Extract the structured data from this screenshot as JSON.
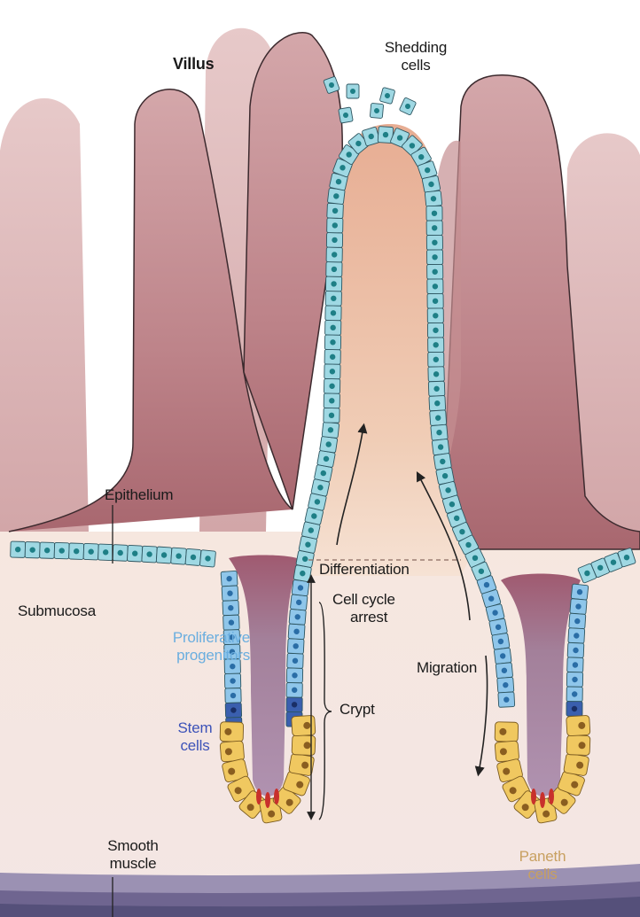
{
  "labels": {
    "villus": "Villus",
    "shedding_line1": "Shedding",
    "shedding_line2": "cells",
    "epithelium": "Epithelium",
    "submucosa": "Submucosa",
    "differentiation": "Differentiation",
    "cell_cycle_line1": "Cell cycle",
    "cell_cycle_line2": "arrest",
    "proliferative_line1": "Proliferative",
    "proliferative_line2": "progenitors",
    "migration": "Migration",
    "crypt": "Crypt",
    "stem_line1": "Stem",
    "stem_line2": "cells",
    "smooth_line1": "Smooth",
    "smooth_line2": "muscle",
    "paneth_line1": "Paneth",
    "paneth_line2": "cells"
  },
  "colors": {
    "villus_fill": "#b87d83",
    "villus_back": "#d9b3b3",
    "lumen": "#e8b59a",
    "crypt_lumen": "#a27f96",
    "submucosa": "#f7ebe3",
    "epithelial_cell": "#9fd8e3",
    "nucleus": "#1e7f86",
    "progenitor_cell": "#8fc6ea",
    "stem_cell": "#3a5fae",
    "paneth_cell": "#f0c860",
    "paneth_nucleus": "#8a5e20",
    "muscle": "#8c7fa6"
  }
}
